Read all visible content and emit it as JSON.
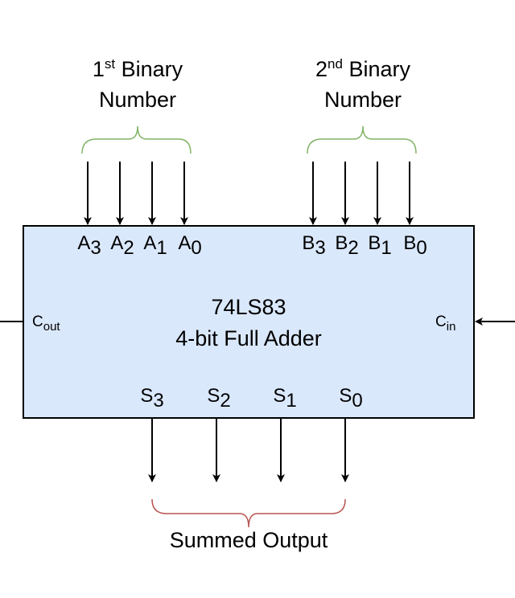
{
  "diagram": {
    "input_a": {
      "ordinal_number": "1",
      "ordinal_suffix": "st",
      "line1_rest": " Binary",
      "line2": "Number"
    },
    "input_b": {
      "ordinal_number": "2",
      "ordinal_suffix": "nd",
      "line1_rest": " Binary",
      "line2": "Number"
    },
    "chip": {
      "name": "74LS83",
      "description": "4-bit Full Adder"
    },
    "carry_out": {
      "letter": "C",
      "sub": "out"
    },
    "carry_in": {
      "letter": "C",
      "sub": "in"
    },
    "a_pins": [
      {
        "letter": "A",
        "sub": "3"
      },
      {
        "letter": "A",
        "sub": "2"
      },
      {
        "letter": "A",
        "sub": "1"
      },
      {
        "letter": "A",
        "sub": "0"
      }
    ],
    "b_pins": [
      {
        "letter": "B",
        "sub": "3"
      },
      {
        "letter": "B",
        "sub": "2"
      },
      {
        "letter": "B",
        "sub": "1"
      },
      {
        "letter": "B",
        "sub": "0"
      }
    ],
    "s_pins": [
      {
        "letter": "S",
        "sub": "3"
      },
      {
        "letter": "S",
        "sub": "2"
      },
      {
        "letter": "S",
        "sub": "1"
      },
      {
        "letter": "S",
        "sub": "0"
      }
    ],
    "output_label": "Summed Output",
    "colors": {
      "chip_fill": "#dae8fc",
      "chip_stroke": "#000000",
      "input_brace": "#82b366",
      "output_brace": "#b85450",
      "arrow": "#000000"
    }
  }
}
